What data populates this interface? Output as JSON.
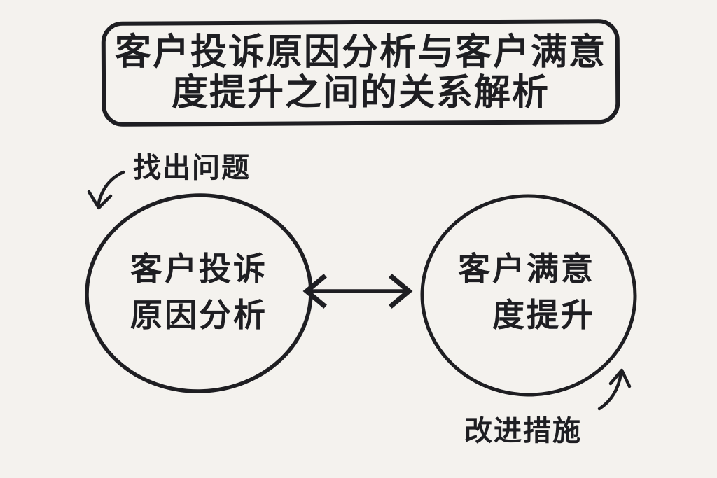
{
  "canvas": {
    "background_color": "#f4f2ee",
    "ink_color": "#1e1e22"
  },
  "title": {
    "line1": "客户投诉原因分析与客户满意",
    "line2": "度提升之间的关系解析"
  },
  "left_circle": {
    "line1": "客户投诉",
    "line2": "原因分析"
  },
  "right_circle": {
    "line1": "客户满意",
    "line2": "度提升"
  },
  "annotations": {
    "top_left": "找出问题",
    "bottom_right": "改进措施"
  }
}
